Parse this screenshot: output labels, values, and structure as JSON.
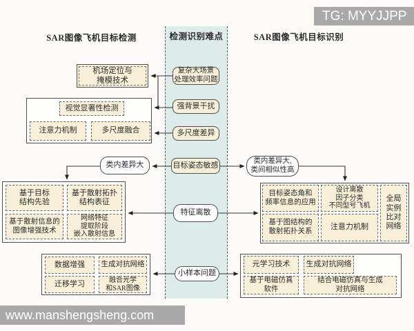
{
  "badges": {
    "telegram": "TG: MYYJJPP",
    "website": "www.manshengsheng.com"
  },
  "headers": {
    "detection": "SAR图像飞机目标检测",
    "difficulty": "检测识别难点",
    "recognition": "SAR图像飞机目标识别"
  },
  "difficulties": {
    "d1": "复杂大场景\n处理效率问题",
    "d2": "强背景干扰",
    "d3": "多尺度差异",
    "d4": "目标姿态敏感",
    "d5": "特征离散",
    "d6": "小样本问题"
  },
  "detection": {
    "airport": "机场定位与\n掩模技术",
    "saliency": "视觉显著性检测",
    "attention": "注意力机制",
    "multiscale": "多尺度融合",
    "intra_class": "类内差异大",
    "structure": {
      "s1": "基于目标\n结构先验",
      "s2": "基于散射拓扑\n结构表征",
      "s3": "基于散射信息的\n图像增强技术",
      "s4": "网络特征\n提取阶段\n嵌入散射信息"
    },
    "small_sample": {
      "b1": "数据增强",
      "b2": "生成对抗网络",
      "b3": "迁移学习",
      "b4": "融合光学\n和SAR图像"
    }
  },
  "recognition": {
    "intra_inter_class": "类内差异大,\n类间相似性高",
    "feature": {
      "r1": "目标姿态角和\n频率信息的应用",
      "r2": "设计离散\n因子分类\n不同型号飞机",
      "r3": "全局\n实例\n比对\n网络",
      "r4": "基于图结构的\n散射拓扑关系",
      "r5": "注意力机制"
    },
    "small_sample": {
      "g1": "元学习技术",
      "g2": "生成对抗网络",
      "g3": "基于电磁仿真\n软件",
      "g4": "结合电磁仿真与生成\n对抗网络"
    }
  },
  "colors": {
    "box_cream": "#f7efd8",
    "band_fill": "#ddebe9",
    "watermark_gray": "#a9a9a9"
  }
}
